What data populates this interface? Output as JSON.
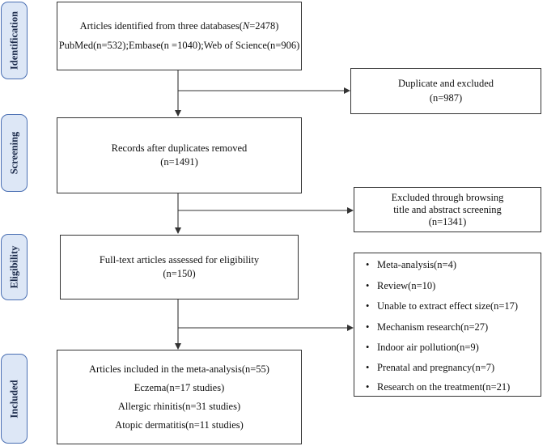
{
  "stages": [
    {
      "label": "Identification"
    },
    {
      "label": "Screening"
    },
    {
      "label": "Eligibility"
    },
    {
      "label": "Included"
    }
  ],
  "identification": {
    "line1_prefix": "Articles identified from three databases(",
    "line1_n": "N",
    "line1_suffix": "=2478)",
    "line2": "PubMed(n=532);Embase(n =1040);Web of Science(n=906)"
  },
  "duplicates": {
    "line1": "Duplicate and excluded",
    "line2": "(n=987)"
  },
  "screening": {
    "line1": "Records after duplicates removed",
    "line2": "(n=1491)"
  },
  "excluded_title": {
    "line1": "Excluded through browsing",
    "line2": "title and abstract screening",
    "line3": "(n=1341)"
  },
  "eligibility": {
    "line1": "Full-text articles assessed for eligibility",
    "line2": "(n=150)"
  },
  "exclusion_reasons": [
    "Meta-analysis(n=4)",
    "Review(n=10)",
    "Unable to extract effect size(n=17)",
    "Mechanism research(n=27)",
    "Indoor air pollution(n=9)",
    "Prenatal and pregnancy(n=7)",
    "Research on the treatment(n=21)"
  ],
  "included": {
    "line1": "Articles included in the meta-analysis(n=55)",
    "line2": "Eczema(n=17 studies)",
    "line3": "Allergic rhinitis(n=31 studies)",
    "line4": "Atopic dermatitis(n=11 studies)"
  }
}
